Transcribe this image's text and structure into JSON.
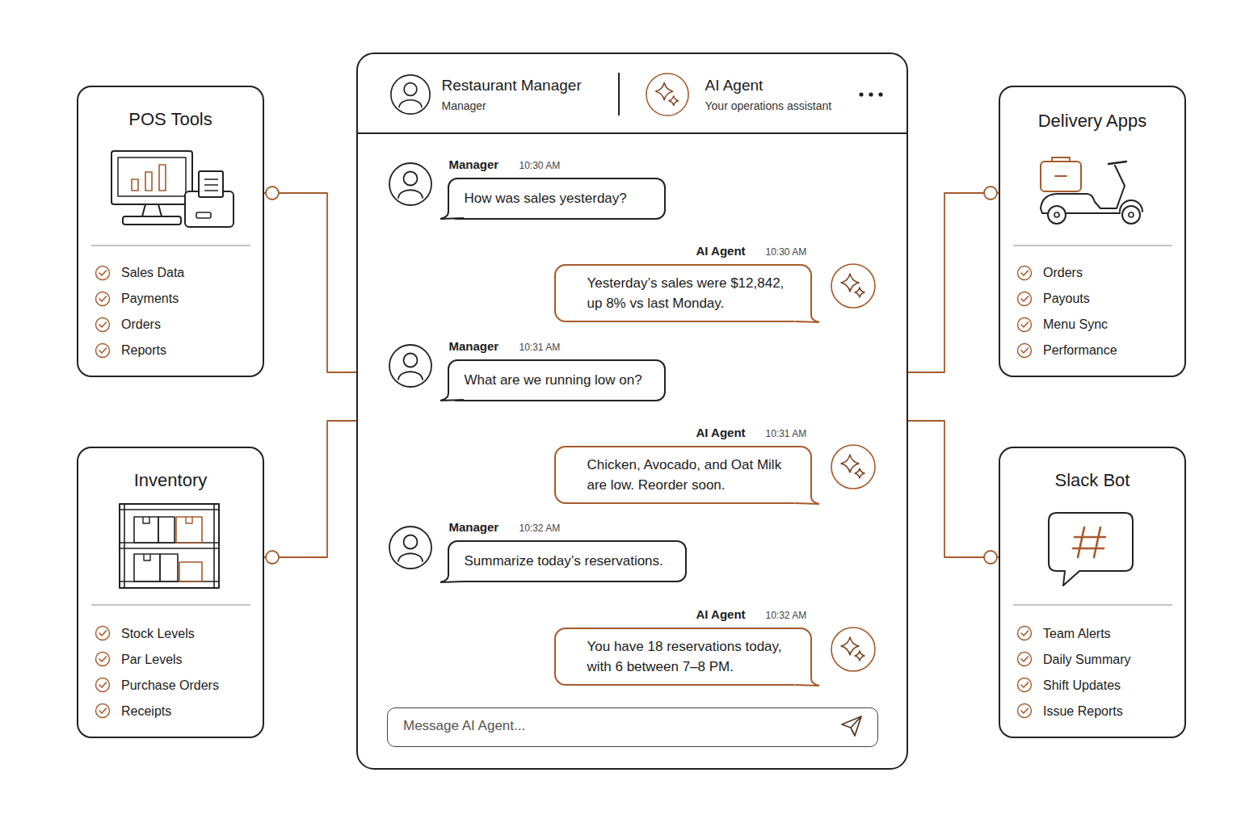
{
  "diagram": {
    "nodes": [
      {
        "text": [
          "POS Tools",
          "Sales Data",
          "Payments",
          "Orders",
          "Reports"
        ]
      },
      {
        "text": [
          "Restaurant Manager",
          "Manager",
          "AI Agent",
          "Your operations assistant"
        ]
      },
      {
        "text": [
          "Manager",
          "10:30 AM",
          "How was sales yesterday?"
        ],
        "in": 1
      },
      {
        "text": [
          "AI Agent",
          "10:30 AM",
          "Yesterday’s sales were $12,842, up 8% vs last Monday."
        ],
        "in": 1
      },
      {
        "text": [
          "Manager",
          "10:31 AM",
          "What are we running low on?"
        ],
        "in": 1
      },
      {
        "text": [
          "AI Agent",
          "10:31 AM",
          "Chicken, Avocado, and Oat Milk are low. Reorder soon."
        ],
        "in": 1
      },
      {
        "text": [
          "Manager",
          "10:32 AM",
          "Summarize today’s reservations."
        ],
        "in": 1
      },
      {
        "text": [
          "AI Agent",
          "10:32 AM",
          "You have 18 reservations today, with 6 between 7–8 PM."
        ],
        "in": 1
      },
      {
        "text": [
          "Message AI Agent..."
        ],
        "in": 1
      },
      {
        "text": [
          "Delivery Apps",
          "Orders",
          "Payouts",
          "Menu Sync",
          "Performance"
        ]
      },
      {
        "text": [
          "Inventory",
          "Stock Levels",
          "Par Levels",
          "Purchase Orders",
          "Receipts"
        ]
      },
      {
        "text": [
          "Slack Bot",
          "Team Alerts",
          "Daily Summary",
          "Shift Updates",
          "Issue Reports"
        ]
      }
    ],
    "edges": [
      {
        "from": 0,
        "to": 1,
        "arrow": "none"
      },
      {
        "from": 10,
        "to": 1,
        "arrow": "none"
      },
      {
        "from": 9,
        "to": 1,
        "arrow": "none"
      },
      {
        "from": 11,
        "to": 1,
        "arrow": "none"
      }
    ]
  }
}
